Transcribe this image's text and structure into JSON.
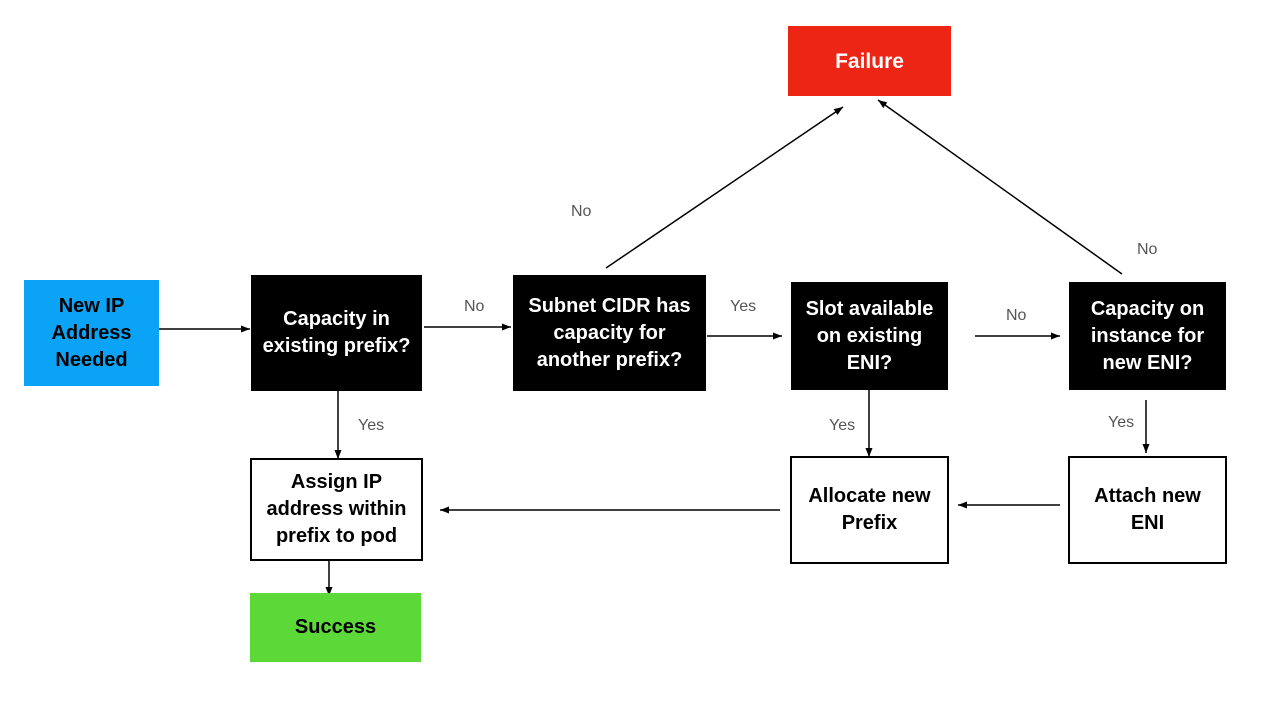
{
  "nodes": {
    "new_ip": {
      "lines": [
        "New IP",
        "Address",
        "Needed"
      ]
    },
    "capacity_prefix": {
      "lines": [
        "Capacity in",
        "existing prefix?"
      ]
    },
    "subnet_cidr": {
      "lines": [
        "Subnet CIDR has",
        "capacity for",
        "another prefix?"
      ]
    },
    "slot_available": {
      "lines": [
        "Slot available",
        "on existing",
        "ENI?"
      ]
    },
    "capacity_instance": {
      "lines": [
        "Capacity on",
        "instance for",
        "new ENI?"
      ]
    },
    "failure": {
      "lines": [
        "Failure"
      ]
    },
    "assign_ip": {
      "lines": [
        "Assign IP",
        "address within",
        "prefix to pod"
      ]
    },
    "allocate_prefix": {
      "lines": [
        "Allocate new",
        "Prefix"
      ]
    },
    "attach_eni": {
      "lines": [
        "Attach new",
        "ENI"
      ]
    },
    "success": {
      "lines": [
        "Success"
      ]
    }
  },
  "edge_labels": {
    "prefix_no": "No",
    "prefix_yes": "Yes",
    "subnet_no": "No",
    "subnet_yes": "Yes",
    "slot_no": "No",
    "slot_yes": "Yes",
    "instance_no": "No",
    "instance_yes": "Yes"
  },
  "colors": {
    "start": "#0aa3f6",
    "decision": "#000000",
    "failure": "#ec2515",
    "success": "#5cd838",
    "process": "#ffffff",
    "edge": "#000000"
  }
}
